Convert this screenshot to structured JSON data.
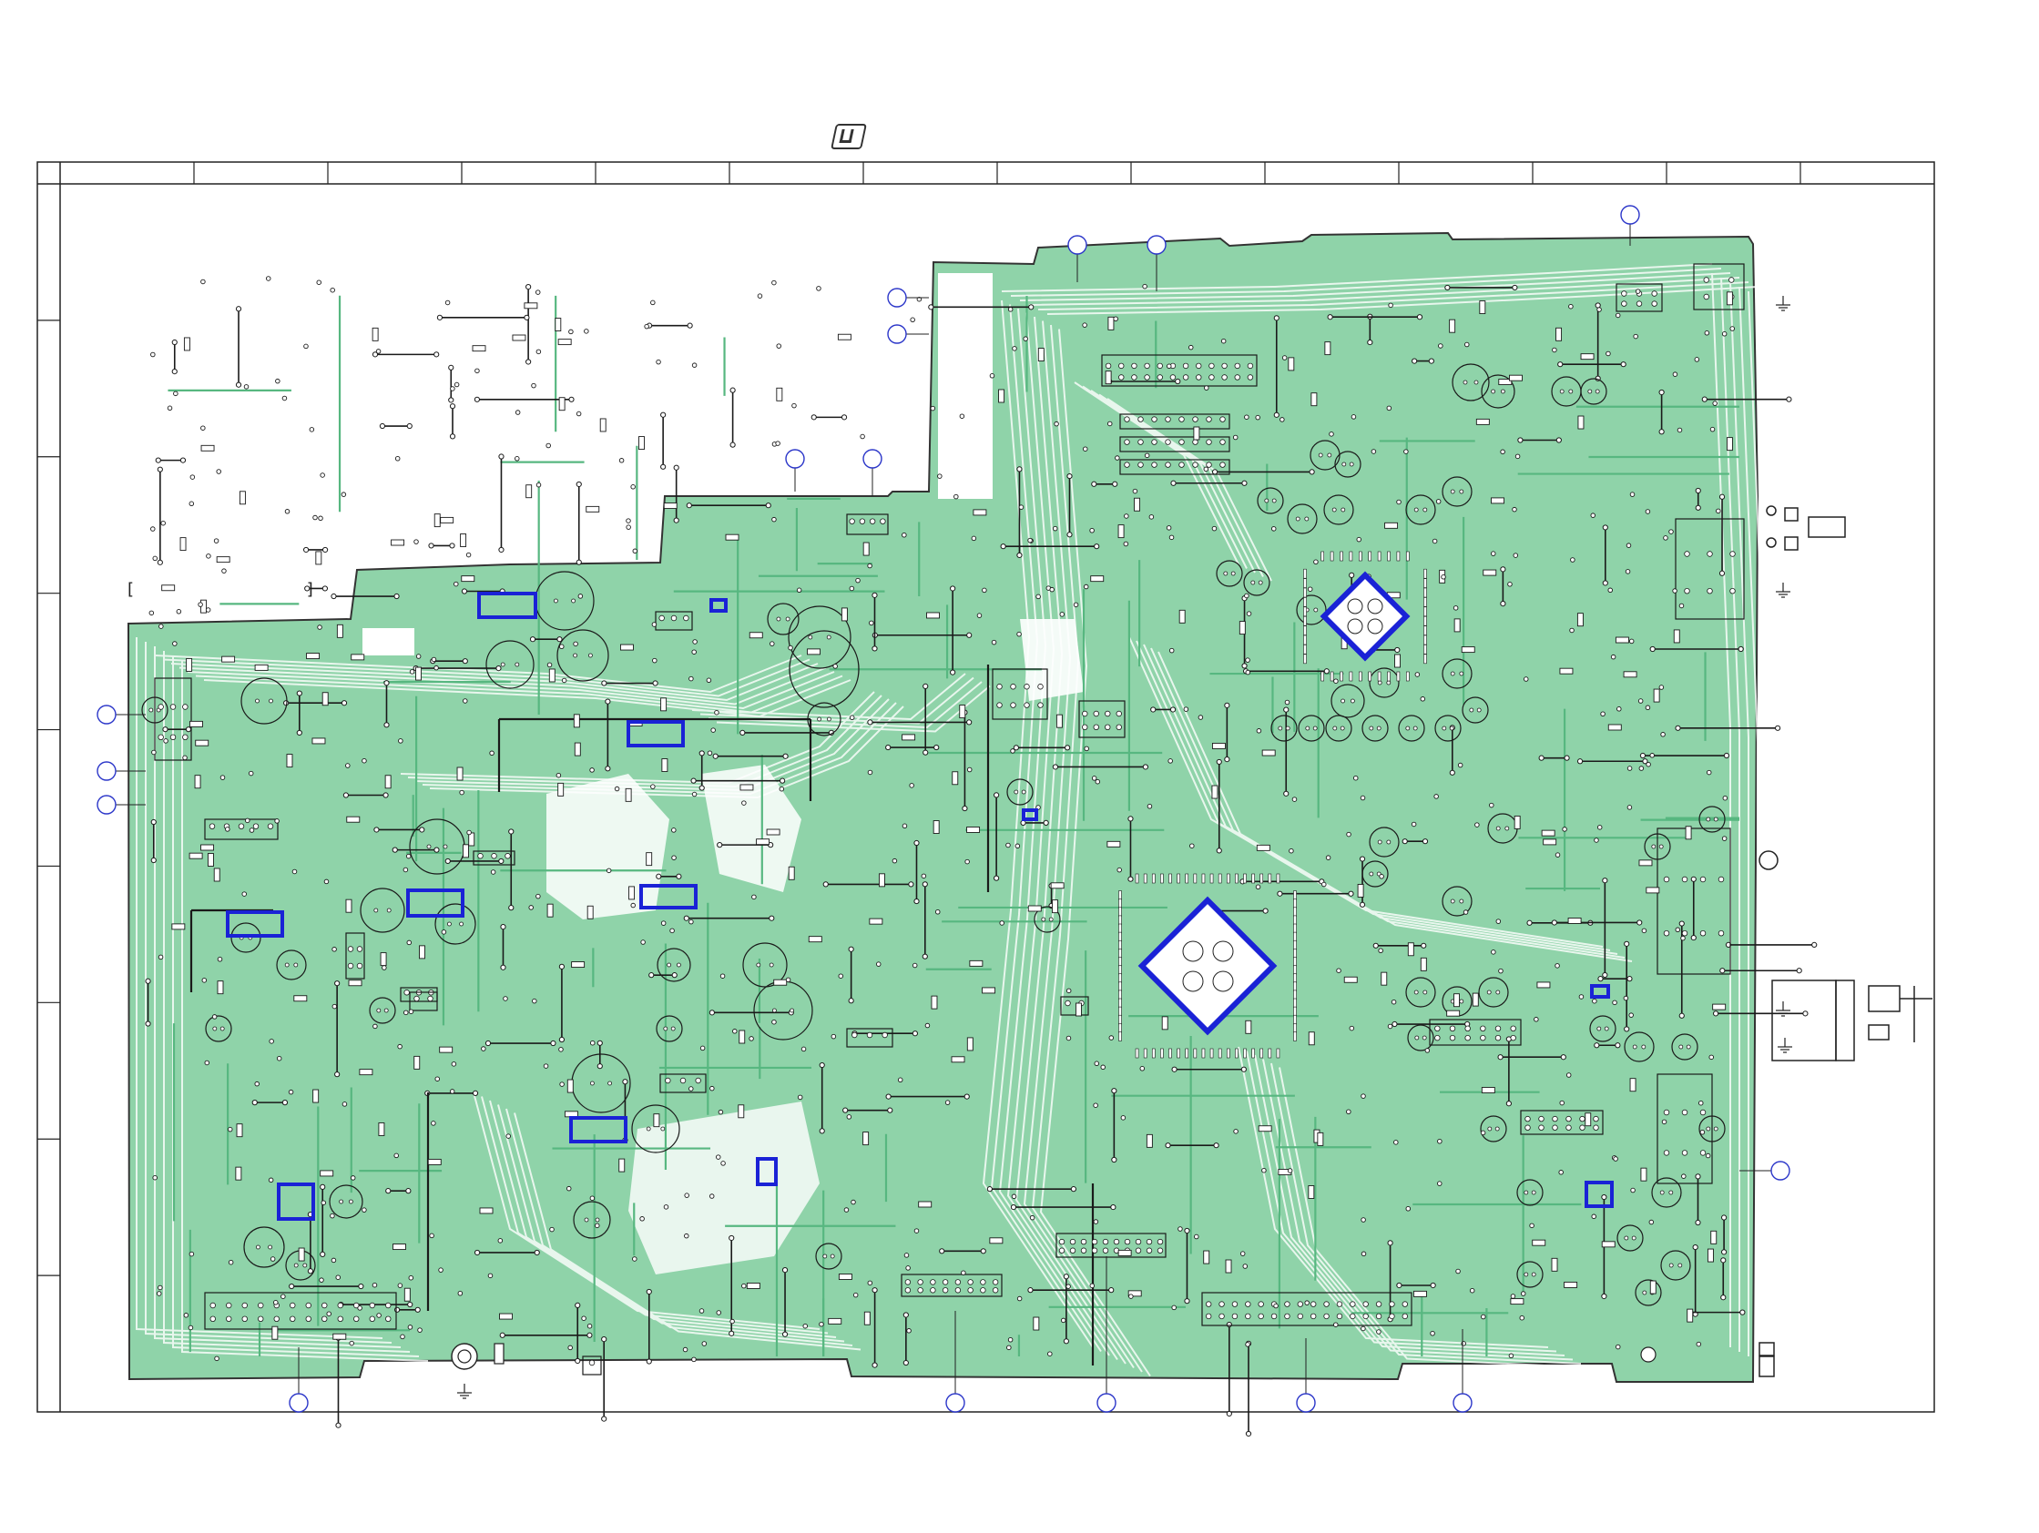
{
  "document": {
    "type": "printed circuit board wiring diagram",
    "bracket_label": "[ ]"
  },
  "colors": {
    "board": "#ffffff",
    "copper": "#8fd3a9",
    "copper_dark": "#6fc493",
    "trace_line": "#57b780",
    "silkscreen": "#1a1a1a",
    "highlight": "#1a22d6",
    "marker_ring": "#2b36c9",
    "frame": "#222222"
  },
  "icons": {
    "logo": "lead-free-logo-icon",
    "ground": "ground-symbol-icon",
    "connector": "connector-pad-icon",
    "ic": "quad-flat-package-icon"
  },
  "frame": {
    "columns": 14,
    "rows": 9
  }
}
